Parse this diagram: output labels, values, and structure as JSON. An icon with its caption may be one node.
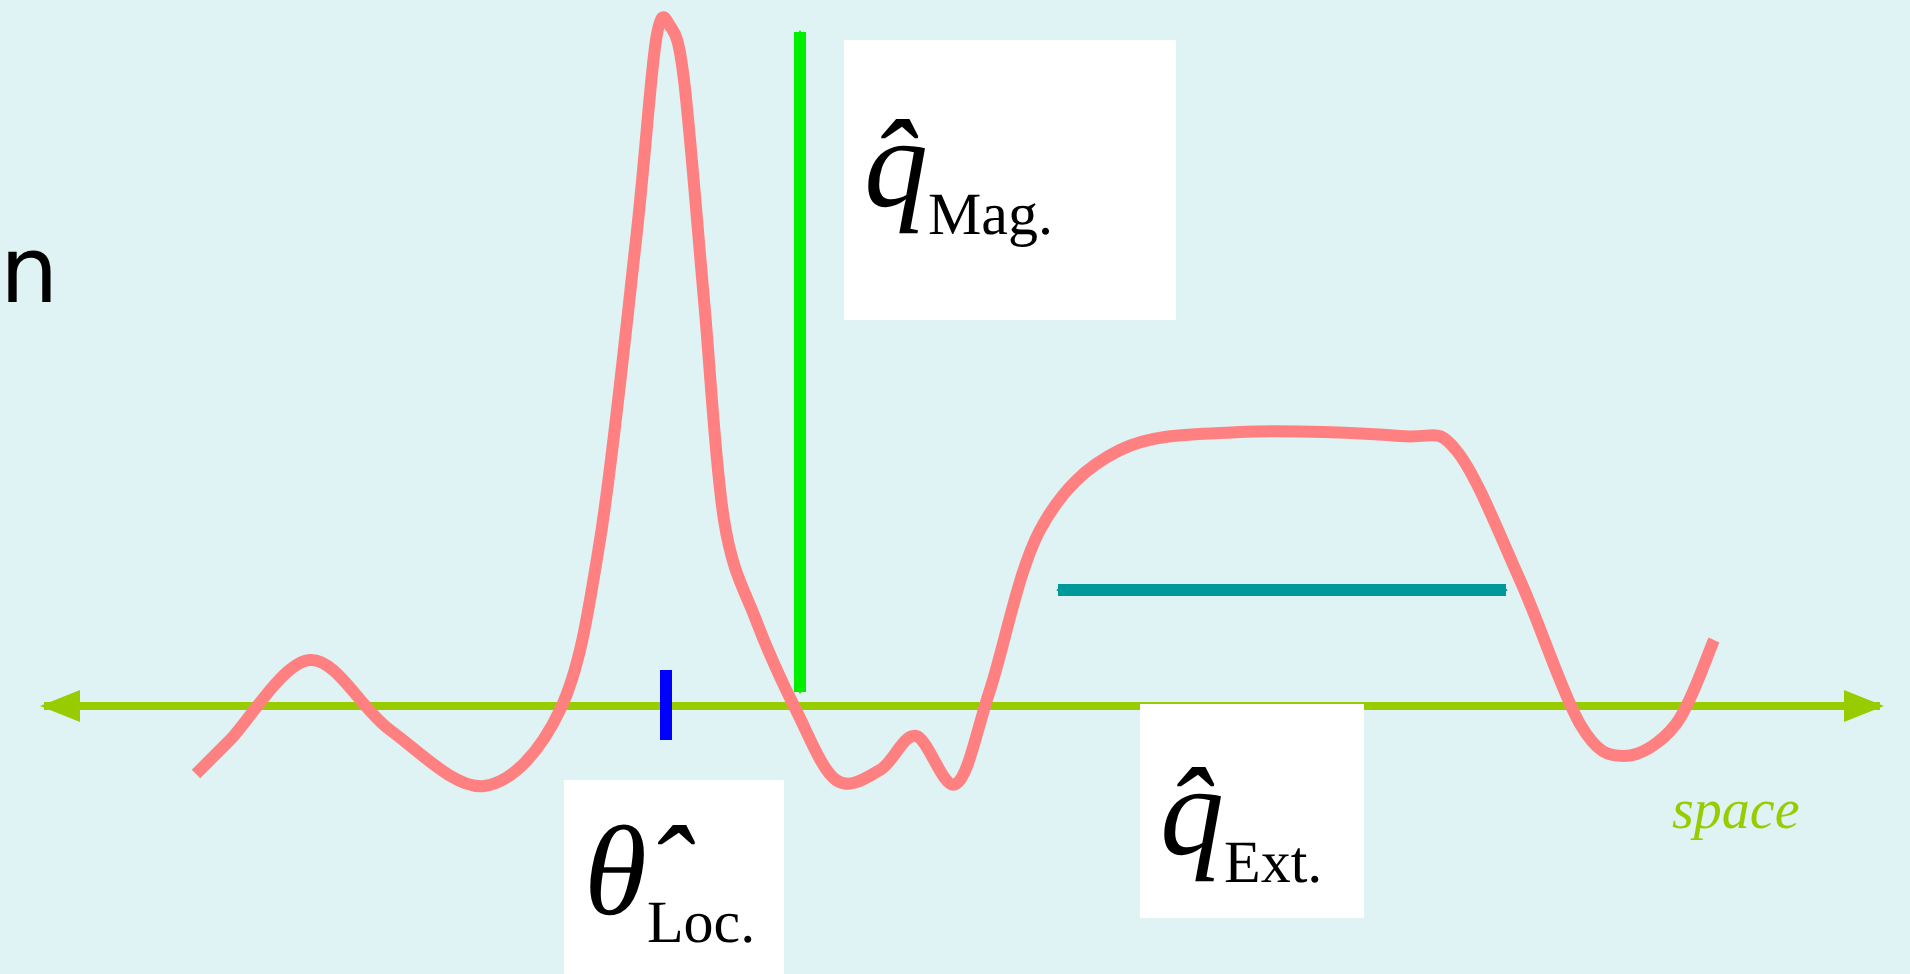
{
  "diagram": {
    "labels": [
      "n",
      "*q̂*$_{Mag.}$",
      "*θ̂*$_{Loc.}$",
      "*q̂*$_{Ext.}$",
      "space"
    ]
  }
}
